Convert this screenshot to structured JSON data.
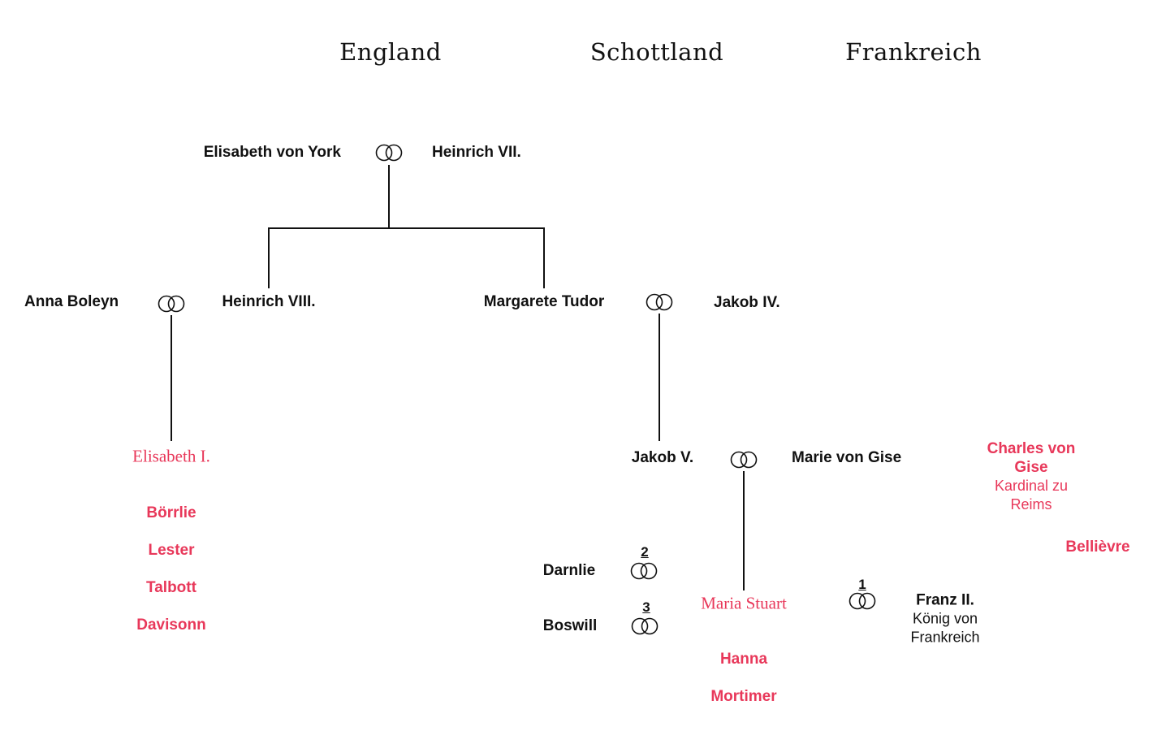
{
  "headers": {
    "england": "England",
    "scotland": "Schottland",
    "france": "Frankreich"
  },
  "people": {
    "elisabeth_york": "Elisabeth von York",
    "heinrich7": "Heinrich VII.",
    "anna_boleyn": "Anna Boleyn",
    "heinrich8": "Heinrich VIII.",
    "margarete_tudor": "Margarete Tudor",
    "jakob4": "Jakob IV.",
    "elisabeth1": "Elisabeth I.",
    "jakob5": "Jakob V.",
    "marie_gise": "Marie von Gise",
    "charles_gise": "Charles von Gise",
    "charles_title": "Kardinal zu",
    "charles_title2": "Reims",
    "bellievre": "Bellièvre",
    "darnlie": "Darnlie",
    "boswill": "Boswill",
    "maria_stuart": "Maria Stuart",
    "franz2": "Franz II.",
    "franz_title": "König von",
    "franz_title2": "Frankreich",
    "hanna": "Hanna",
    "mortimer": "Mortimer"
  },
  "elisabeth_court": [
    "Börrlie",
    "Lester",
    "Talbott",
    "Davisonn"
  ],
  "marriage_numbers": {
    "franz": "1",
    "darnlie": "2",
    "boswill": "3"
  },
  "colors": {
    "accent": "#e8385a",
    "text": "#111111"
  }
}
